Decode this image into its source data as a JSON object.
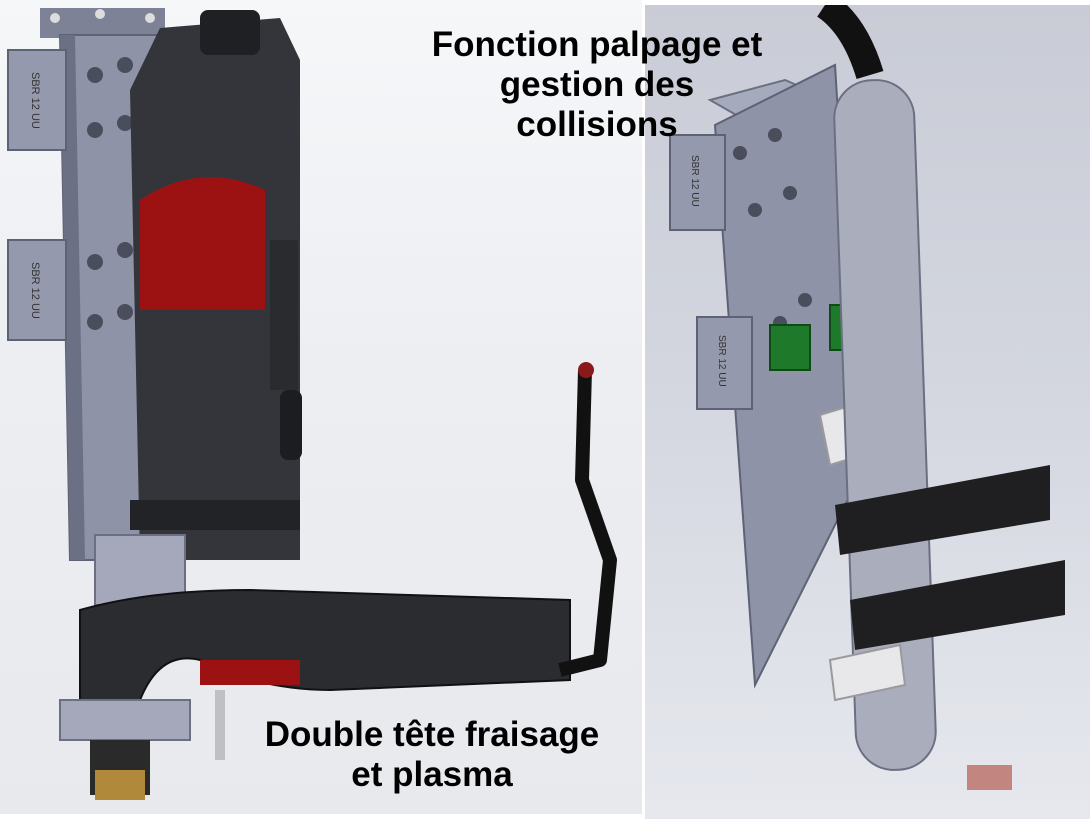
{
  "captions": {
    "top": "Fonction palpage et\ngestion des\ncollisions",
    "bottom": "Double tête fraisage\net plasma"
  },
  "labels": {
    "bearing_block": "SBR 12 UU"
  },
  "colors": {
    "steel": "#8f93a8",
    "steel_dark": "#5e6275",
    "body_black": "#2b2c30",
    "accent_red": "#9c1212",
    "green_switch": "#1e7a2a",
    "brass": "#b08a3a",
    "white_block": "#e8e8ea"
  }
}
